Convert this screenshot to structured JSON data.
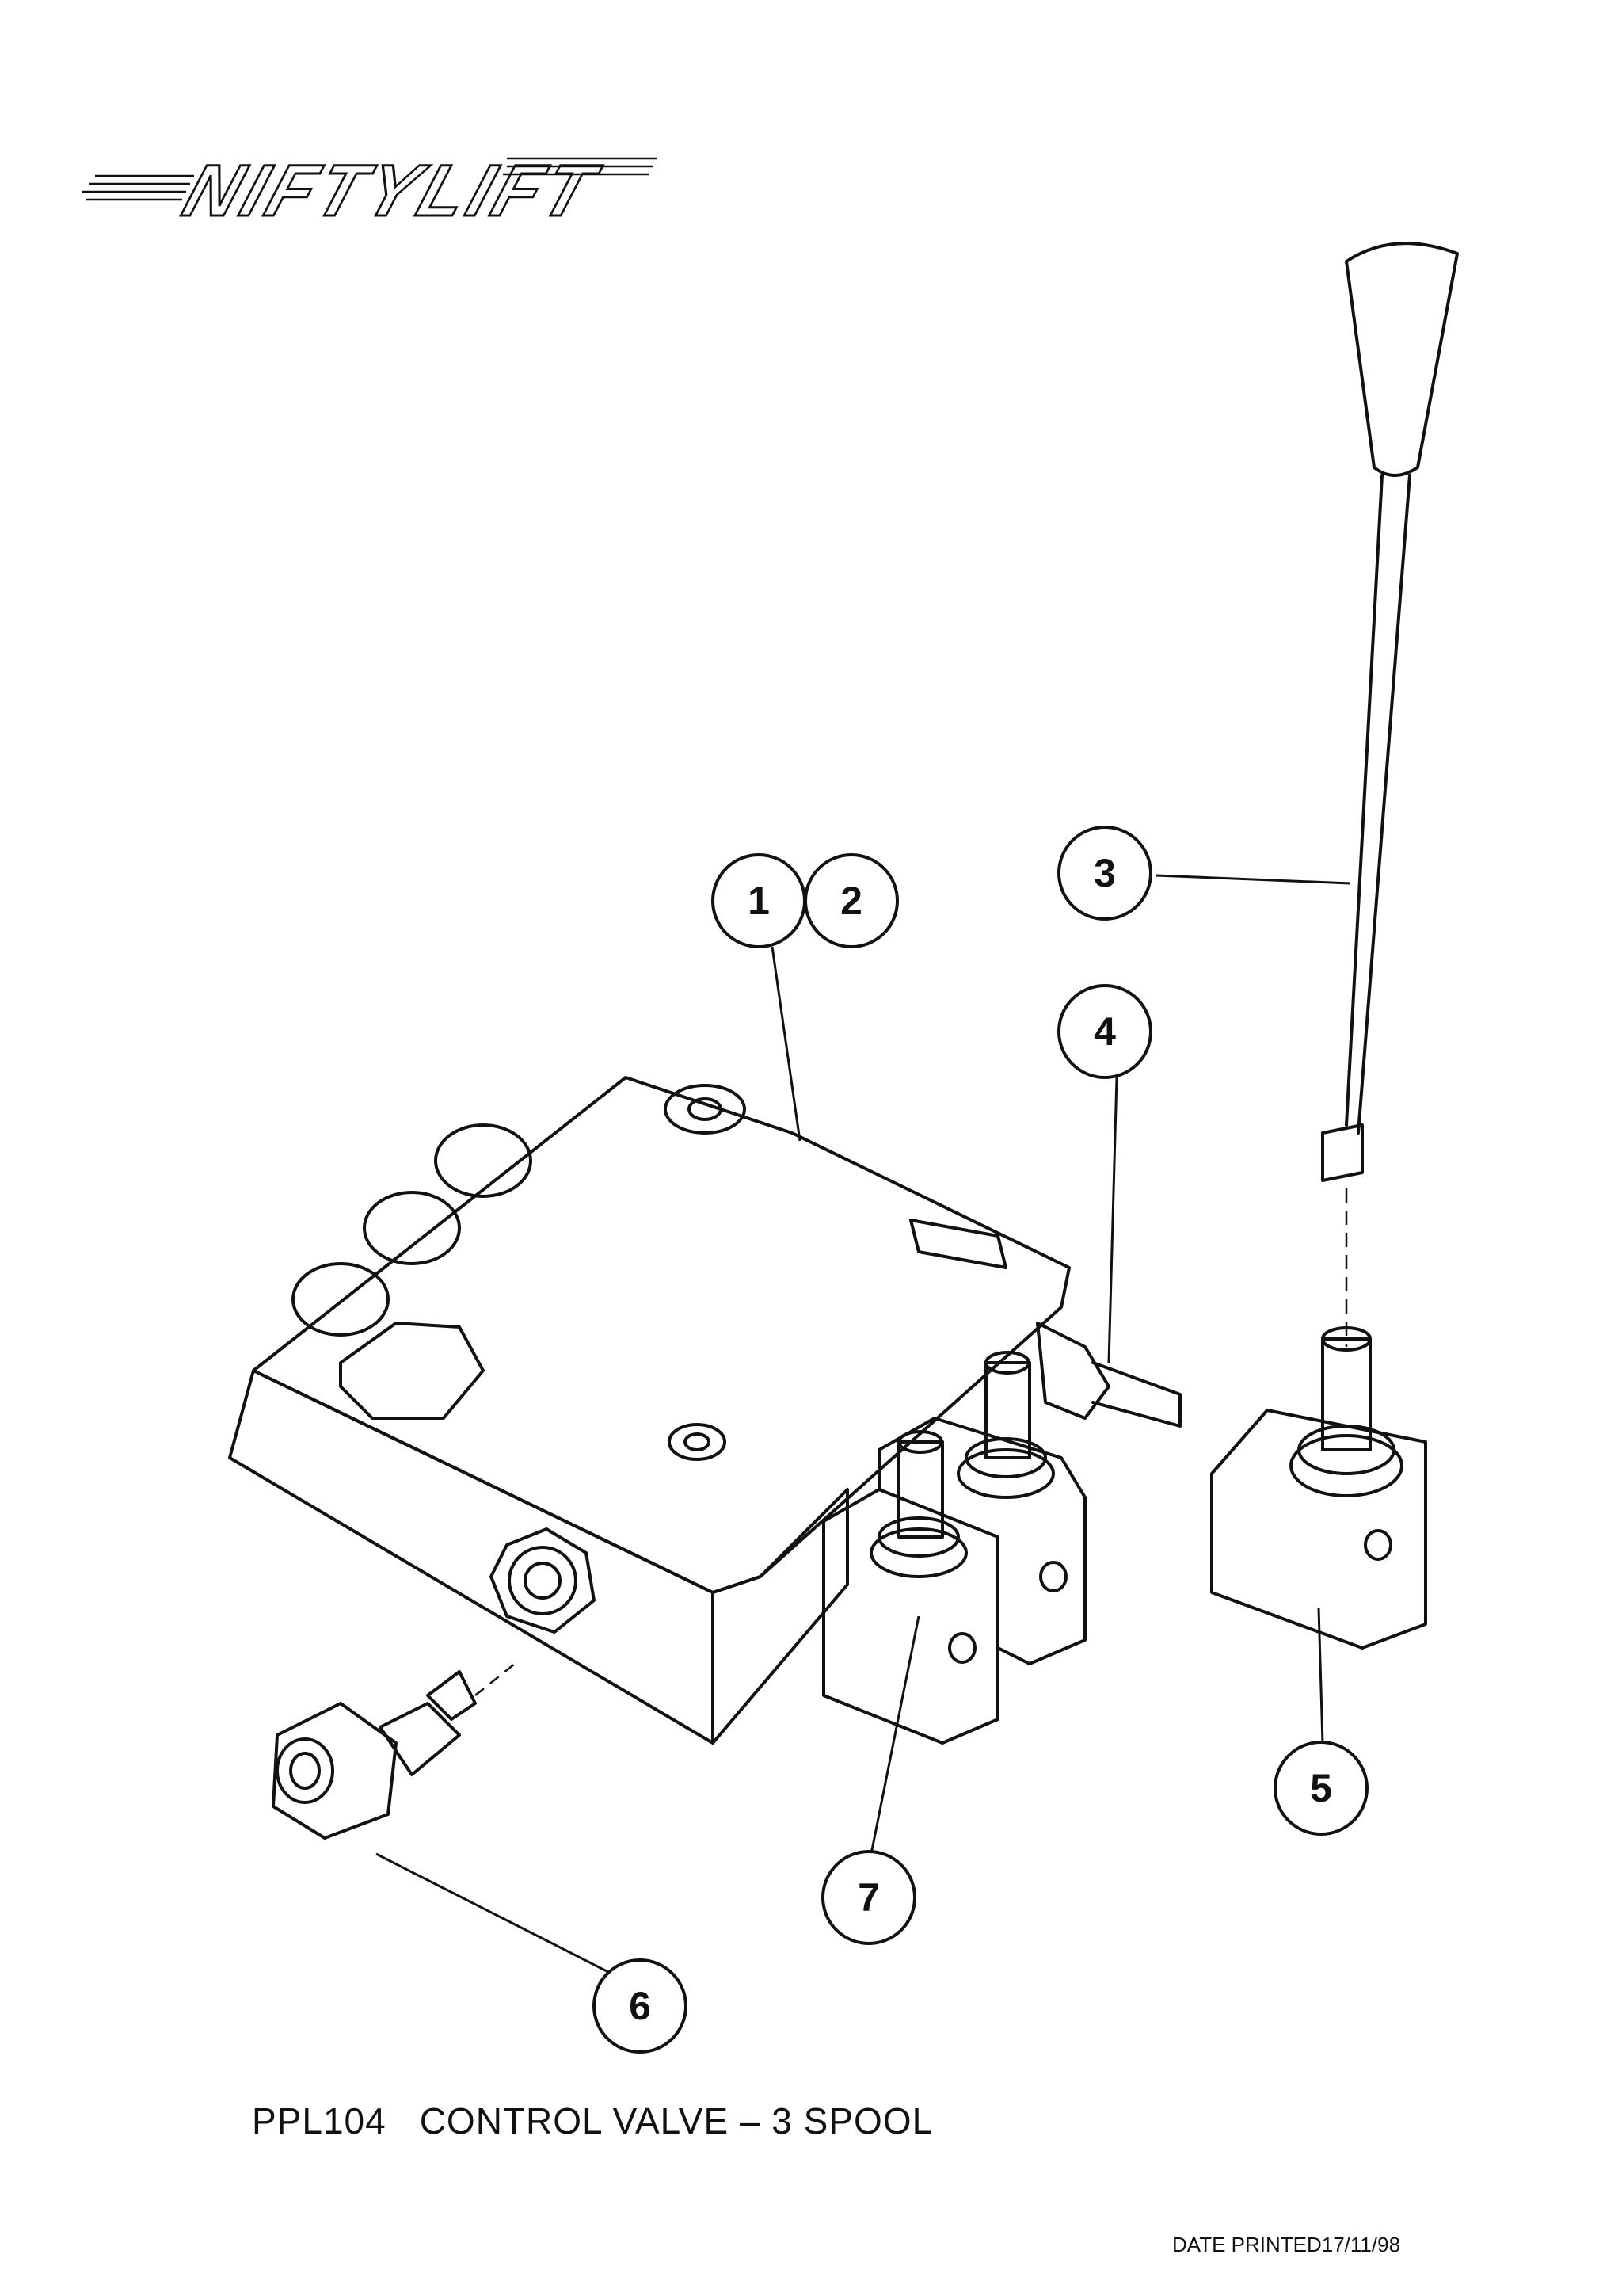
{
  "brand": {
    "logo_text": "NIFTYLIFT"
  },
  "callouts": [
    "1",
    "2",
    "3",
    "4",
    "5",
    "6",
    "7"
  ],
  "caption": {
    "part_code": "PPL104",
    "title": "CONTROL VALVE – 3 SPOOL"
  },
  "footer": {
    "date_printed": "DATE PRINTED17/11/98"
  }
}
